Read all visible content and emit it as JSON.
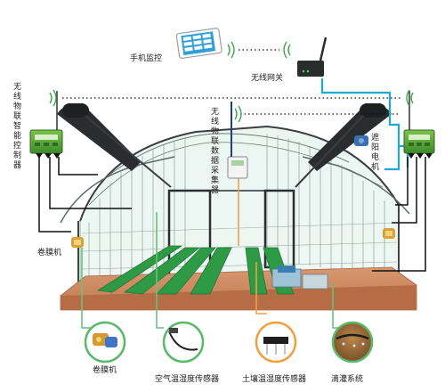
{
  "labels": {
    "phone_monitor": "手机监控",
    "gateway": "无线网关",
    "controller": "无线物联智能控制器",
    "collector": "无线物联数据采集器",
    "shade_motor": "遮阳电机",
    "roller_left": "卷膜机",
    "roller_bottom": "卷膜机",
    "air_sensor": "空气温湿度传感器",
    "soil_sensor": "土壤温湿度传感器",
    "drip_irrigation": "滴灌系统"
  },
  "colors": {
    "link_cyan": "#1fa8d6",
    "link_black": "#111111",
    "link_green": "#67c27a",
    "link_orange": "#f0a040",
    "controller_green": "#5dab3a",
    "bed_green": "#2f9a46",
    "wifi_green": "#3aa64a"
  },
  "icons": [
    "smartphone-icon",
    "router-icon",
    "wifi-icon",
    "controller-icon",
    "motor-icon",
    "sensor-icon",
    "dripper-icon"
  ]
}
